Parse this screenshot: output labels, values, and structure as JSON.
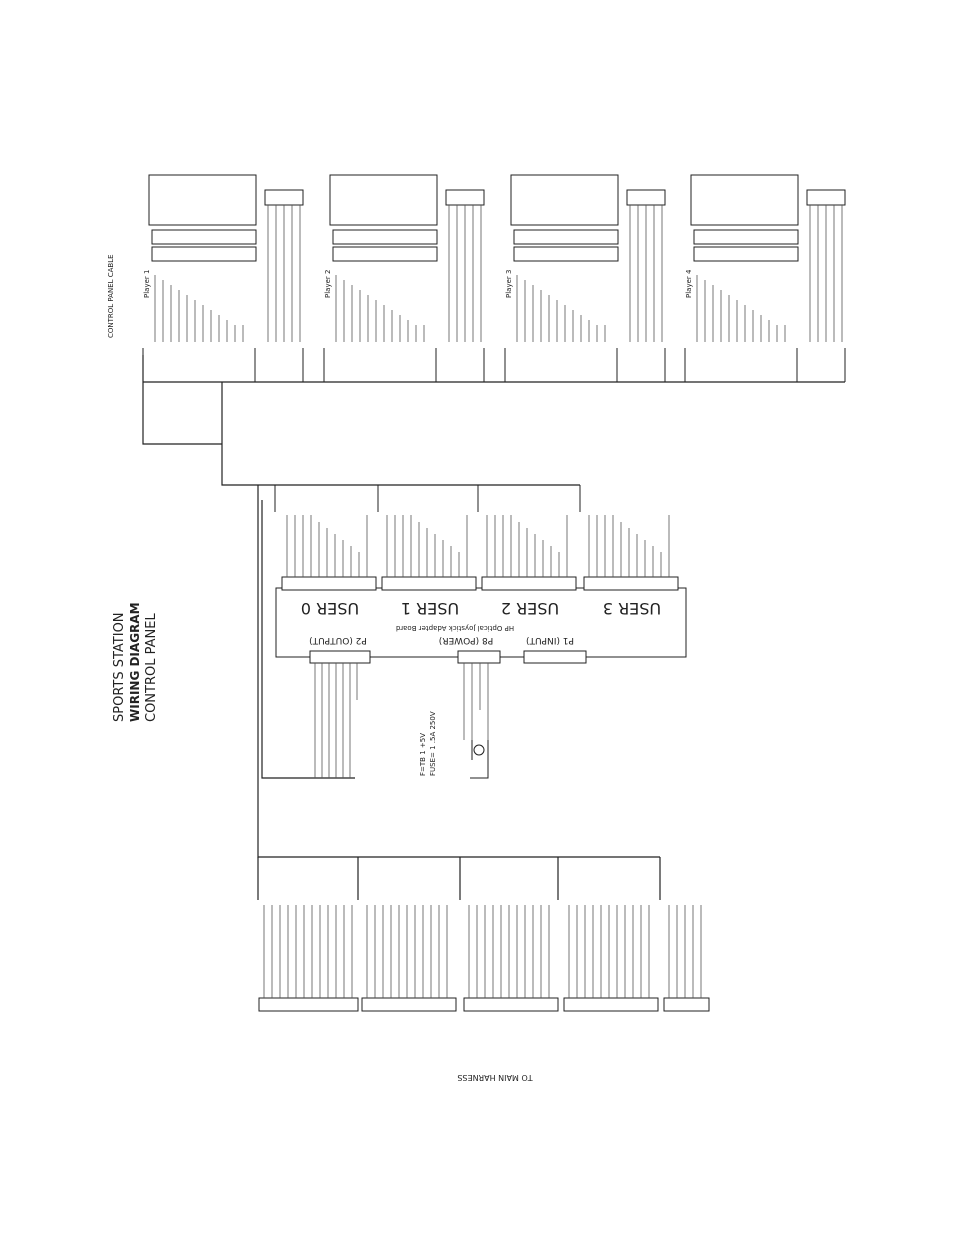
{
  "title_block": {
    "line1": "SPORTS STATION",
    "line2": "WIRING DIAGRAM",
    "line3": "CONTROL PANEL"
  },
  "cable": {
    "label": "CONTROL PANEL CABLE"
  },
  "players": [
    {
      "label": "Player 1"
    },
    {
      "label": "Player 2"
    },
    {
      "label": "Player 3"
    },
    {
      "label": "Player 4"
    }
  ],
  "board": {
    "name": "HP Optical Joystick Adapter Board",
    "users": [
      "USER 0",
      "USER 1",
      "USER 2",
      "USER 3"
    ],
    "connectors": [
      "P2 (OUTPUT)",
      "P8 (POWER)",
      "P1 (INPUT)"
    ]
  },
  "power": {
    "line1": "F=TB 1 +5V",
    "line2": "FUSE= 1 .5A 250V"
  },
  "harness": {
    "label": "TO MAIN HARNESS"
  }
}
